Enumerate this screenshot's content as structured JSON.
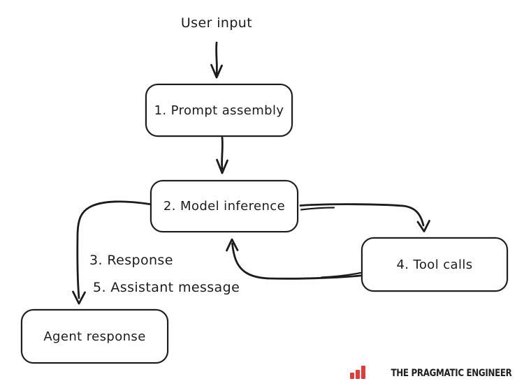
{
  "diagram": {
    "start_label": "User input",
    "nodes": [
      {
        "id": "prompt-assembly",
        "label": "1. Prompt assembly"
      },
      {
        "id": "model-inference",
        "label": "2. Model inference"
      },
      {
        "id": "tool-calls",
        "label": "4. Tool calls"
      },
      {
        "id": "agent-response",
        "label": "Agent response"
      }
    ],
    "edge_labels": [
      {
        "id": "response",
        "label": "3. Response"
      },
      {
        "id": "assistant-message",
        "label": "5. Assistant message"
      }
    ],
    "edges": [
      {
        "from": "user-input",
        "to": "prompt-assembly",
        "label": ""
      },
      {
        "from": "prompt-assembly",
        "to": "model-inference",
        "label": ""
      },
      {
        "from": "model-inference",
        "to": "tool-calls",
        "label": ""
      },
      {
        "from": "tool-calls",
        "to": "model-inference",
        "label": ""
      },
      {
        "from": "model-inference",
        "to": "agent-response",
        "label": "3. Response / 5. Assistant message"
      }
    ],
    "colors": {
      "stroke": "#1c1c1c",
      "background": "#ffffff"
    }
  },
  "branding": {
    "name": "THE PRAGMATIC ENGINEER",
    "logo_color": "#e23b3b"
  }
}
